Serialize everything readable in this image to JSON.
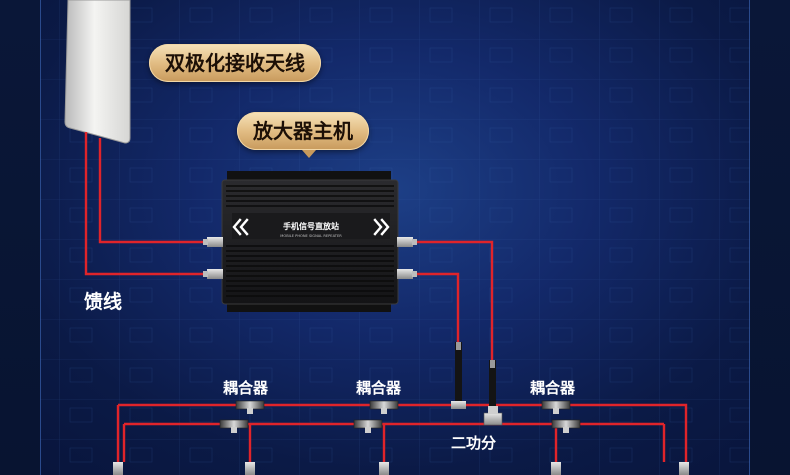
{
  "labels": {
    "antenna": "双极化接收天线",
    "amplifier": "放大器主机",
    "feeder": "馈线",
    "coupler": "耦合器",
    "splitter": "二功分"
  },
  "device": {
    "title_cn": "手机信号直放站",
    "title_en": "MOBILE PHONE SIGNAL REPEATER"
  },
  "colors": {
    "feeder_line": "#e0242a",
    "pill_gold": "#e2bd84",
    "device_body": "#1b1b1d"
  },
  "icons": {
    "device_left": "double-chevron-left-icon",
    "device_right": "double-chevron-right-icon"
  }
}
